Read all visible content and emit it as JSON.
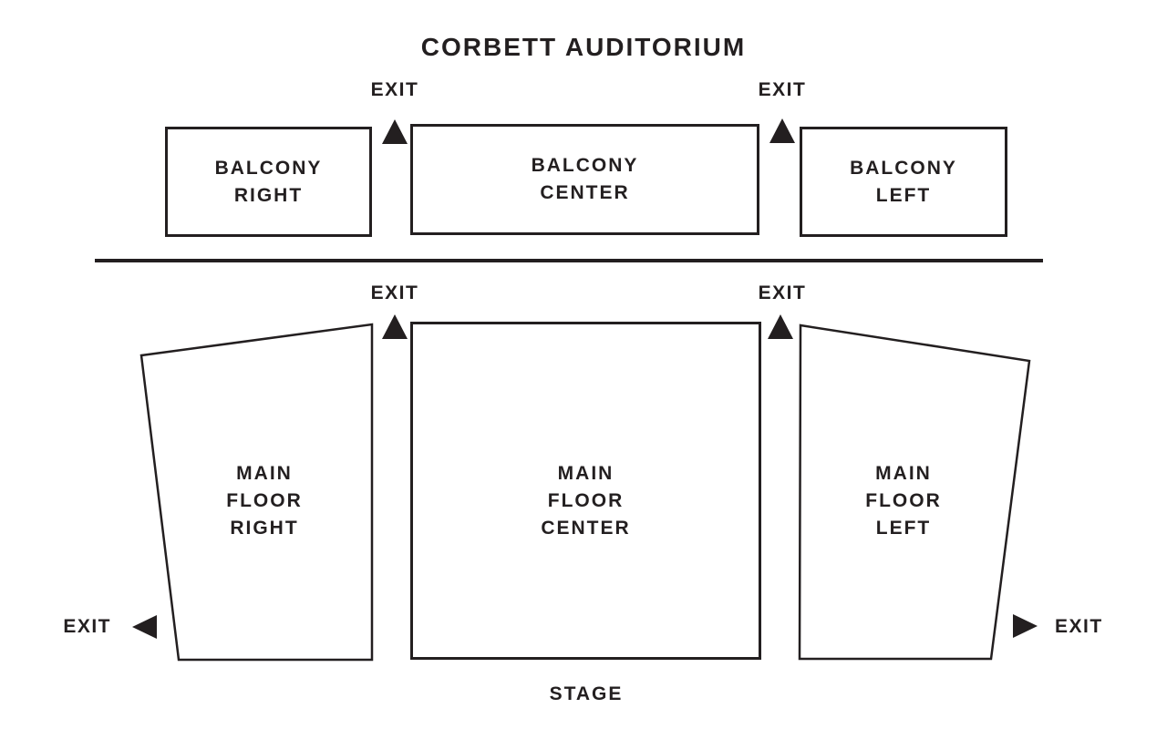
{
  "title": "CORBETT AUDITORIUM",
  "stage": {
    "label": "STAGE"
  },
  "exits": {
    "balcony_aisle_left": "EXIT",
    "balcony_aisle_right": "EXIT",
    "main_aisle_left": "EXIT",
    "main_aisle_right": "EXIT",
    "house_right_side": "EXIT",
    "house_left_side": "EXIT"
  },
  "sections": {
    "balcony_right": {
      "lines": [
        "BALCONY",
        "RIGHT"
      ]
    },
    "balcony_center": {
      "lines": [
        "BALCONY",
        "CENTER"
      ]
    },
    "balcony_left": {
      "lines": [
        "BALCONY",
        "LEFT"
      ]
    },
    "main_floor_right": {
      "lines": [
        "MAIN",
        "FLOOR",
        "RIGHT"
      ]
    },
    "main_floor_center": {
      "lines": [
        "MAIN",
        "FLOOR",
        "CENTER"
      ]
    },
    "main_floor_left": {
      "lines": [
        "MAIN",
        "FLOOR",
        "LEFT"
      ]
    }
  },
  "colors": {
    "ink": "#231f20",
    "background": "#ffffff"
  }
}
